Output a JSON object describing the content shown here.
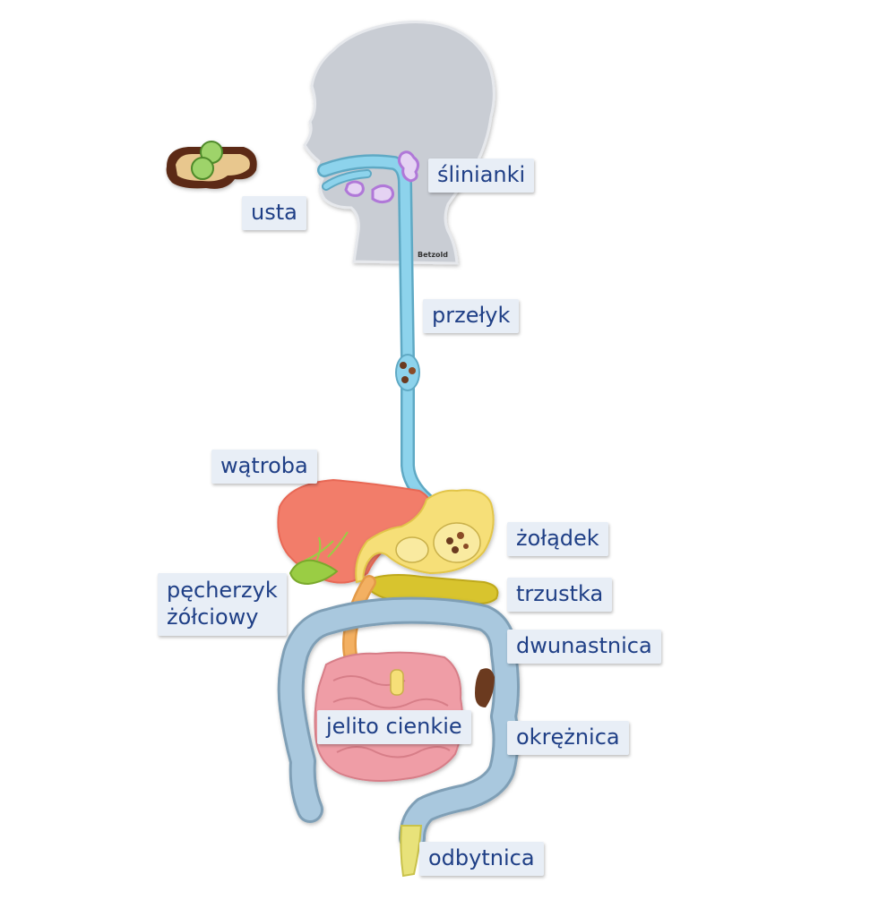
{
  "labels": {
    "slinianki": "ślinianki",
    "usta": "usta",
    "przelyk": "przełyk",
    "watroba": "wątroba",
    "zoladek": "żołądek",
    "pecherzyk_line1": "pęcherzyk",
    "pecherzyk_line2": "żółciowy",
    "trzustka": "trzustka",
    "dwunastnica": "dwunastnica",
    "jelito_cienkie": "jelito cienkie",
    "okreznica": "okrężnica",
    "odbytnica": "odbytnica"
  },
  "logo": "Betzold",
  "colors": {
    "head": "#c9cdd4",
    "esophagus": "#8dd3ec",
    "liver": "#f27d6a",
    "stomach": "#f6df78",
    "pancreas": "#d8c42e",
    "gallbladder": "#9acd44",
    "duodenum": "#f3b062",
    "small_intestine": "#ef9da6",
    "colon": "#a9c8de",
    "rectum": "#e8e27a",
    "salivary": "#b78ad8",
    "label_bg": "#e8eef6",
    "label_text": "#1f3f86"
  }
}
